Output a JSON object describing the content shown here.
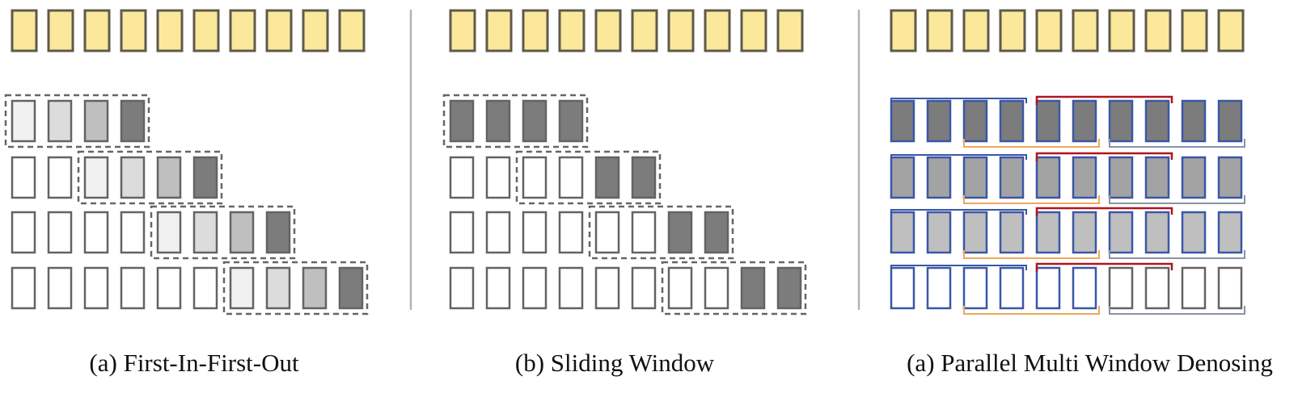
{
  "panels": [
    {
      "caption": "(a) First-In-First-Out",
      "scheme": "fifo",
      "row_fills": [
        [
          "light1",
          "light2",
          "light3",
          "dark"
        ],
        [
          "empty",
          "empty",
          "light1",
          "light2",
          "light3",
          "dark"
        ],
        [
          "empty",
          "empty",
          "empty",
          "empty",
          "light1",
          "light2",
          "light3",
          "dark"
        ],
        [
          "empty",
          "empty",
          "empty",
          "empty",
          "empty",
          "empty",
          "light1",
          "light2",
          "light3",
          "dark"
        ]
      ],
      "windows": [
        [
          0,
          3
        ],
        [
          2,
          5
        ],
        [
          4,
          7
        ],
        [
          6,
          9
        ]
      ]
    },
    {
      "caption": "(b) Sliding Window",
      "scheme": "sliding",
      "row_fills": [
        [
          "dark",
          "dark",
          "dark",
          "dark"
        ],
        [
          "empty",
          "empty",
          "empty",
          "empty",
          "dark",
          "dark"
        ],
        [
          "empty",
          "empty",
          "empty",
          "empty",
          "empty",
          "empty",
          "dark",
          "dark"
        ],
        [
          "empty",
          "empty",
          "empty",
          "empty",
          "empty",
          "empty",
          "empty",
          "empty",
          "dark",
          "dark"
        ]
      ],
      "windows": [
        [
          0,
          3
        ],
        [
          2,
          5
        ],
        [
          4,
          7
        ],
        [
          6,
          9
        ]
      ]
    },
    {
      "caption": "(a) Parallel Multi Window Denosing",
      "scheme": "parallel",
      "row_fills": [
        [
          "dark",
          "dark",
          "dark",
          "dark",
          "dark",
          "dark",
          "dark",
          "dark",
          "dark",
          "dark"
        ],
        [
          "mid",
          "mid",
          "mid",
          "mid",
          "mid",
          "mid",
          "mid",
          "mid",
          "mid",
          "mid"
        ],
        [
          "light3",
          "light3",
          "light3",
          "light3",
          "light3",
          "light3",
          "light3",
          "light3",
          "light3",
          "light3"
        ],
        [
          "empty",
          "empty",
          "empty",
          "empty",
          "empty",
          "empty",
          "empty",
          "empty",
          "empty",
          "empty"
        ]
      ],
      "windows": []
    }
  ],
  "colors": {
    "frame_yellow_fill": "#fbe89a",
    "frame_yellow_stroke": "#5e5a4c",
    "frame_stroke": "#636363",
    "window_dash": "#666666",
    "divider": "#b3b3b3",
    "blue_window": "#3a57a7",
    "red_window": "#b0161c",
    "orange_window": "#f0a75a",
    "gray_window": "#8a93a6",
    "fills": {
      "empty": "#ffffff",
      "light1": "#f1f1f1",
      "light2": "#dcdcdc",
      "light3": "#bfbfbf",
      "mid": "#a3a3a3",
      "dark": "#7c7c7c"
    }
  }
}
